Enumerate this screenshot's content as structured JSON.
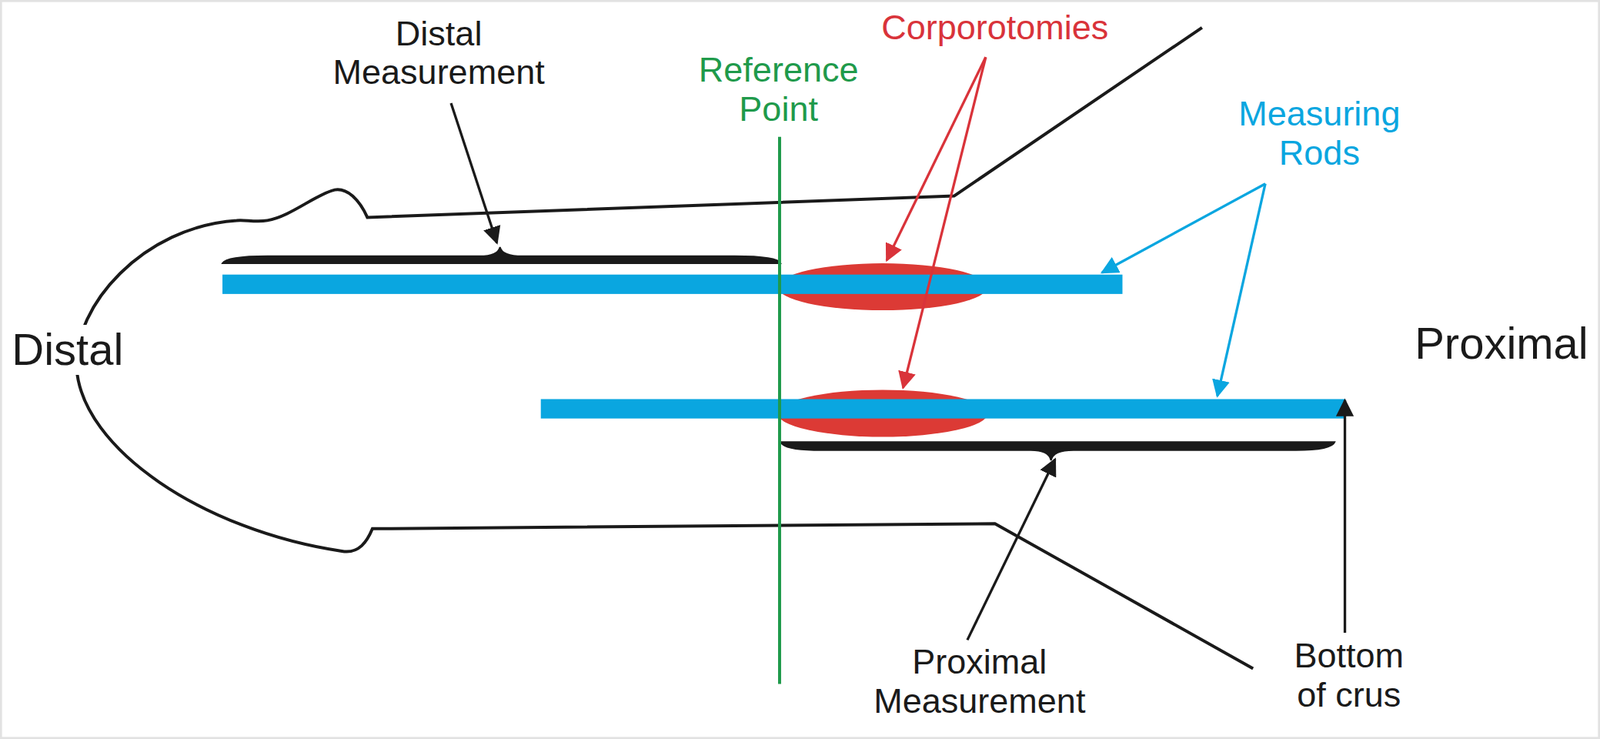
{
  "diagram": {
    "labels": [
      "Distal Measurement",
      "Reference Point",
      "Corporotomies",
      "Measuring Rods",
      "Distal",
      "Proximal",
      "Proximal Measurement",
      "Bottom of crus"
    ]
  }
}
